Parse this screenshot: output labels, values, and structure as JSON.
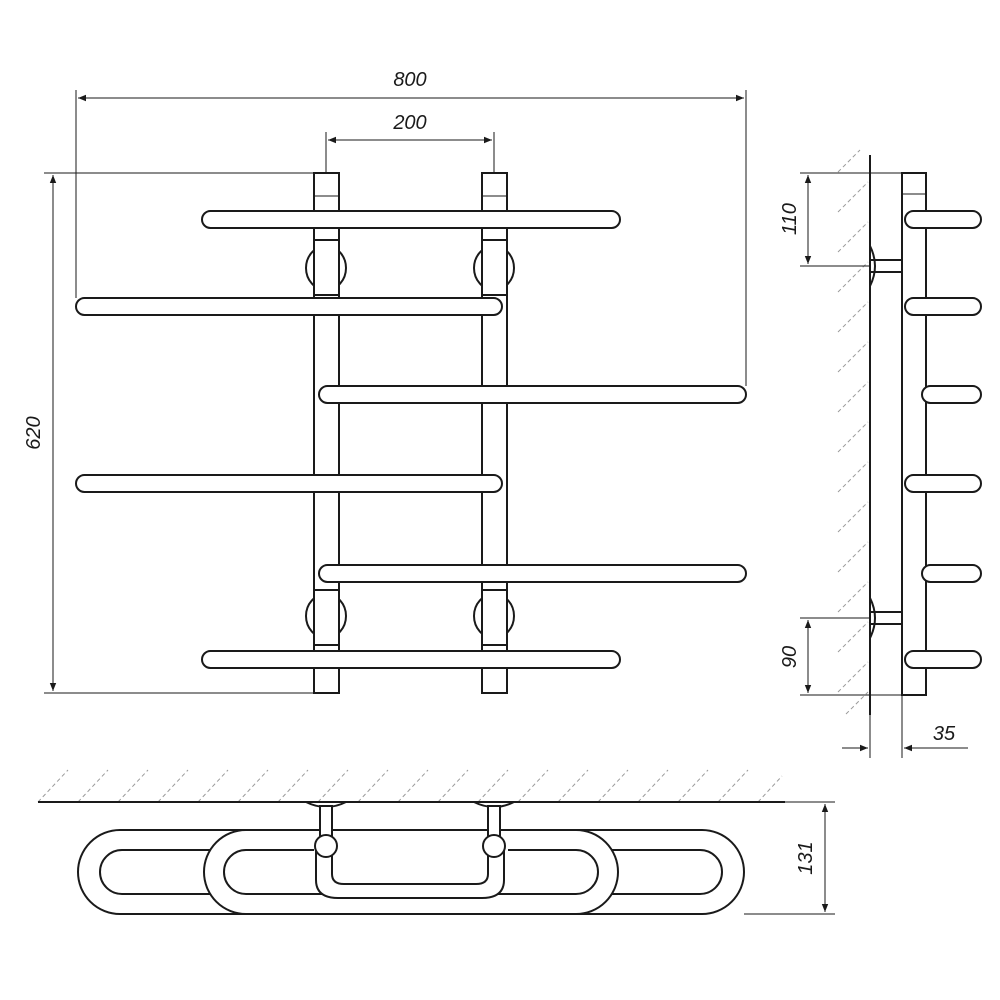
{
  "dimensions": {
    "overall_width": "800",
    "post_spacing": "200",
    "overall_height": "620",
    "top_mount_offset": "110",
    "bottom_mount_offset": "90",
    "wall_clearance": "35",
    "depth": "131"
  }
}
